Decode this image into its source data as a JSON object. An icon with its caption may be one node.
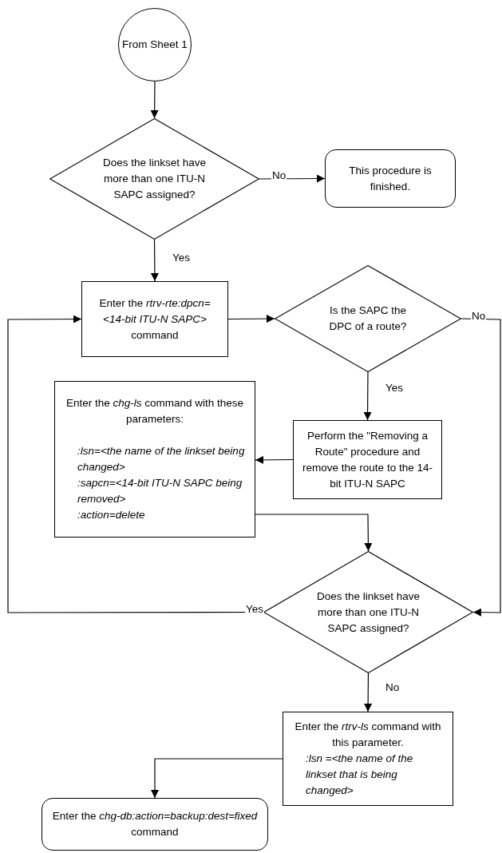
{
  "diagram": {
    "nodes": [
      {
        "text": [
          "From Sheet 1"
        ]
      },
      {
        "text": [
          "Does the linkset have more than one ITU-N SAPC assigned?"
        ]
      },
      {
        "text": [
          "This procedure is finished."
        ]
      },
      {
        "text": [
          "Enter the *rtrv-rte:dpcn=<14-bit ITU-N SAPC>* command"
        ]
      },
      {
        "text": [
          "Is the SAPC the DPC of a route?"
        ]
      },
      {
        "text": [
          "Enter the *chg-ls* command with these parameters:",
          ":lsn=<the name of the linkset being changed>",
          ":sapcn=<14-bit ITU-N SAPC being removed>",
          ":action=delete"
        ]
      },
      {
        "text": [
          "Perform the \"Removing a Route\" procedure and remove the route to the 14-bit ITU-N SAPC"
        ]
      },
      {
        "text": [
          "Does the linkset have more than one ITU-N SAPC assigned?"
        ]
      },
      {
        "text": [
          "Enter the *rtrv-ls* command with this parameter.",
          ":lsn =<the name of the linkset that is being changed>"
        ]
      },
      {
        "text": [
          "Enter the *chg-db:action=backup:dest=fixed* command"
        ]
      }
    ],
    "edges": [
      {
        "from": 0,
        "to": 1,
        "arrow": "to"
      },
      {
        "from": 1,
        "to": 2,
        "arrow": "to",
        "label": "No"
      },
      {
        "from": 1,
        "to": 3,
        "arrow": "to",
        "label": "Yes"
      },
      {
        "from": 3,
        "to": 4,
        "arrow": "to"
      },
      {
        "from": 4,
        "to": 7,
        "arrow": "to",
        "label": "No"
      },
      {
        "from": 4,
        "to": 6,
        "arrow": "to",
        "label": "Yes"
      },
      {
        "from": 6,
        "to": 5,
        "arrow": "to"
      },
      {
        "from": 5,
        "to": 7,
        "arrow": "to"
      },
      {
        "from": 7,
        "to": 3,
        "arrow": "to",
        "label": "Yes"
      },
      {
        "from": 7,
        "to": 8,
        "arrow": "to",
        "label": "No"
      },
      {
        "from": 8,
        "to": 9,
        "arrow": "to"
      }
    ]
  }
}
